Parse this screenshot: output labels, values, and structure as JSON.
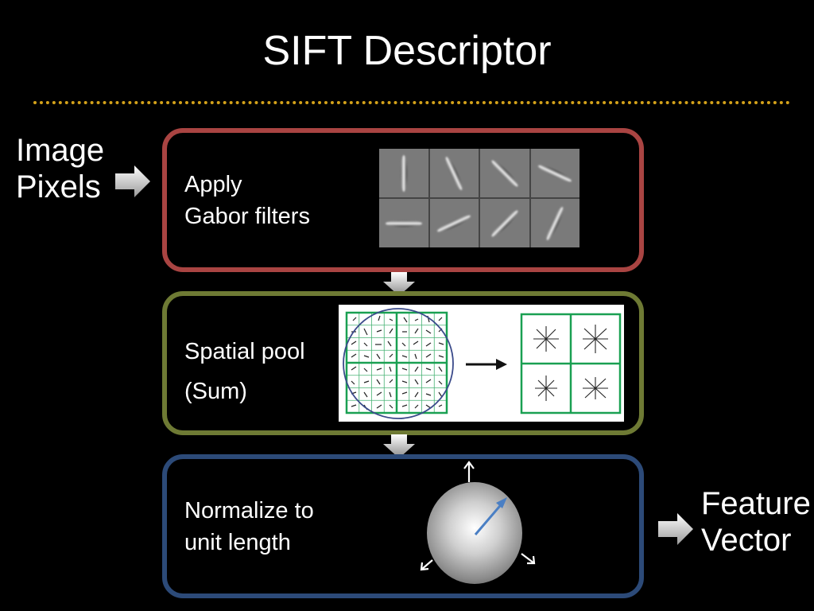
{
  "title": "SIFT Descriptor",
  "input_label": [
    "Image",
    "Pixels"
  ],
  "output_label": [
    "Feature",
    "Vector"
  ],
  "steps": [
    {
      "line1": "Apply",
      "line2": "Gabor filters"
    },
    {
      "line1": "Spatial pool",
      "line2": "(Sum)"
    },
    {
      "line1": "Normalize to",
      "line2": "unit length"
    }
  ],
  "colors": {
    "step1_border": "#a94442",
    "step2_border": "#6e7a34",
    "step3_border": "#2c4a78",
    "divider": "#d4a21a",
    "grid_green": "#1aa052",
    "circle_blue": "#3a4a8a",
    "vector_blue": "#4a7fc4"
  },
  "icons": {
    "flow_arrow": "right-block-arrow-icon",
    "down_arrow": "down-block-arrow-icon"
  }
}
